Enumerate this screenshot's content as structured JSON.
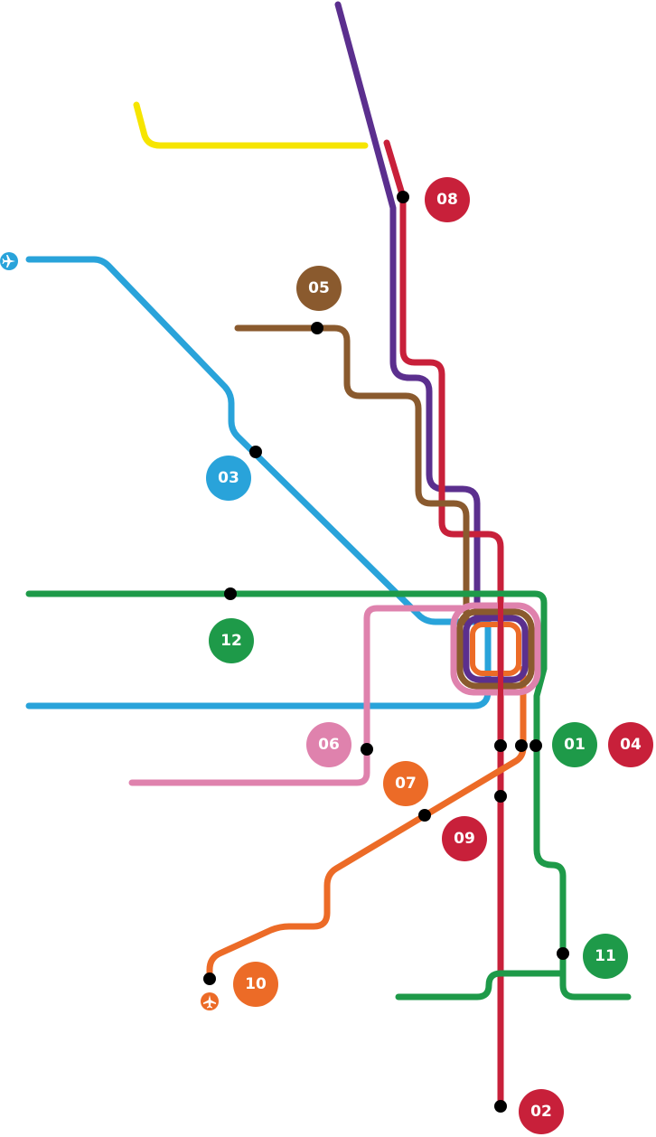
{
  "colors": {
    "red": "#c8203a",
    "green": "#1e9a49",
    "blue": "#29a3da",
    "brown": "#8a5a2e",
    "purple": "#5b2f8e",
    "yellow": "#f6e500",
    "orange": "#ec6b27",
    "pink": "#df82ad"
  },
  "badges": [
    {
      "id": "01",
      "label": "01",
      "color": "green"
    },
    {
      "id": "02",
      "label": "02",
      "color": "red"
    },
    {
      "id": "03",
      "label": "03",
      "color": "blue"
    },
    {
      "id": "04",
      "label": "04",
      "color": "red"
    },
    {
      "id": "05",
      "label": "05",
      "color": "brown"
    },
    {
      "id": "06",
      "label": "06",
      "color": "pink"
    },
    {
      "id": "07",
      "label": "07",
      "color": "orange"
    },
    {
      "id": "08",
      "label": "08",
      "color": "red"
    },
    {
      "id": "09",
      "label": "09",
      "color": "red"
    },
    {
      "id": "10",
      "label": "10",
      "color": "orange"
    },
    {
      "id": "11",
      "label": "11",
      "color": "green"
    },
    {
      "id": "12",
      "label": "12",
      "color": "green"
    }
  ],
  "icons": [
    {
      "name": "airplane-icon",
      "color": "blue"
    },
    {
      "name": "airplane-icon",
      "color": "orange"
    }
  ]
}
